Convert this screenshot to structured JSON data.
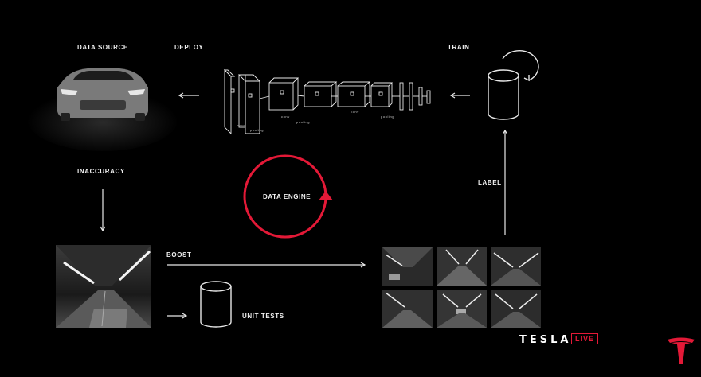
{
  "labels": {
    "data_source": "DATA SOURCE",
    "deploy": "DEPLOY",
    "train": "TRAIN",
    "inaccuracy": "INACCURACY",
    "data_engine": "DATA ENGINE",
    "label": "LABEL",
    "boost": "BOOST",
    "unit_tests": "UNIT TESTS"
  },
  "network_annotations": [
    "conv",
    "pooling",
    "conv",
    "pooling",
    "conv",
    "pooling"
  ],
  "branding": {
    "name": "TESLA",
    "live": "LIVE"
  },
  "colors": {
    "background": "#000000",
    "accent": "#e31937",
    "line": "#e8e8e8"
  }
}
